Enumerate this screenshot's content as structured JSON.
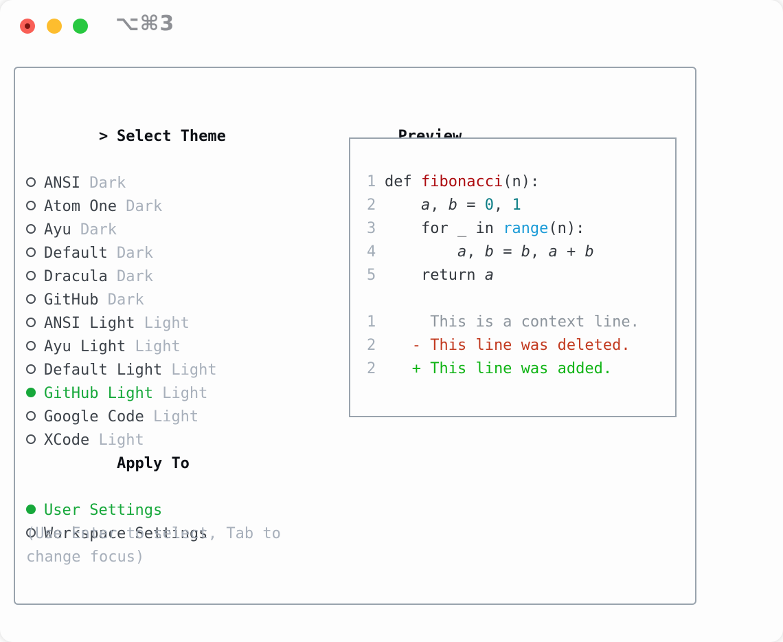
{
  "window": {
    "title": "⌥⌘3"
  },
  "theme_picker": {
    "header_marker": ">",
    "header": "Select Theme",
    "items": [
      {
        "name": "ANSI",
        "variant": "Dark",
        "selected": false
      },
      {
        "name": "Atom One",
        "variant": "Dark",
        "selected": false
      },
      {
        "name": "Ayu",
        "variant": "Dark",
        "selected": false
      },
      {
        "name": "Default",
        "variant": "Dark",
        "selected": false
      },
      {
        "name": "Dracula",
        "variant": "Dark",
        "selected": false
      },
      {
        "name": "GitHub",
        "variant": "Dark",
        "selected": false
      },
      {
        "name": "ANSI Light",
        "variant": "Light",
        "selected": false
      },
      {
        "name": "Ayu Light",
        "variant": "Light",
        "selected": false
      },
      {
        "name": "Default Light",
        "variant": "Light",
        "selected": false
      },
      {
        "name": "GitHub Light",
        "variant": "Light",
        "selected": true
      },
      {
        "name": "Google Code",
        "variant": "Light",
        "selected": false
      },
      {
        "name": "XCode",
        "variant": "Light",
        "selected": false
      }
    ]
  },
  "apply_to": {
    "header": "Apply To",
    "options": [
      {
        "label": "User Settings",
        "selected": true
      },
      {
        "label": "Workspace Settings",
        "selected": false
      }
    ]
  },
  "hint": "(Use Enter to select, Tab to\nchange focus)",
  "preview": {
    "header": "Preview",
    "code_lines": [
      {
        "num": "1",
        "tokens": [
          {
            "t": "def ",
            "s": "d"
          },
          {
            "t": "fibonacci",
            "s": "fn"
          },
          {
            "t": "(n):",
            "s": "d"
          }
        ]
      },
      {
        "num": "2",
        "tokens": [
          {
            "t": "    ",
            "s": "d"
          },
          {
            "t": "a",
            "s": "v"
          },
          {
            "t": ", ",
            "s": "d"
          },
          {
            "t": "b",
            "s": "v"
          },
          {
            "t": " = ",
            "s": "d"
          },
          {
            "t": "0",
            "s": "num"
          },
          {
            "t": ", ",
            "s": "d"
          },
          {
            "t": "1",
            "s": "num"
          }
        ]
      },
      {
        "num": "3",
        "tokens": [
          {
            "t": "    for _ in ",
            "s": "d"
          },
          {
            "t": "range",
            "s": "rng"
          },
          {
            "t": "(n):",
            "s": "d"
          }
        ]
      },
      {
        "num": "4",
        "tokens": [
          {
            "t": "        ",
            "s": "d"
          },
          {
            "t": "a",
            "s": "v"
          },
          {
            "t": ", ",
            "s": "d"
          },
          {
            "t": "b",
            "s": "v"
          },
          {
            "t": " = ",
            "s": "d"
          },
          {
            "t": "b",
            "s": "v"
          },
          {
            "t": ", ",
            "s": "d"
          },
          {
            "t": "a",
            "s": "v"
          },
          {
            "t": " + ",
            "s": "d"
          },
          {
            "t": "b",
            "s": "v"
          }
        ]
      },
      {
        "num": "5",
        "tokens": [
          {
            "t": "    return ",
            "s": "d"
          },
          {
            "t": "a",
            "s": "v"
          }
        ]
      },
      {
        "num": "",
        "tokens": []
      },
      {
        "num": "1",
        "tokens": [
          {
            "t": "     This is a context line.",
            "s": "ctx"
          }
        ]
      },
      {
        "num": "2",
        "tokens": [
          {
            "t": "   - This line was deleted.",
            "s": "del"
          }
        ]
      },
      {
        "num": "2",
        "tokens": [
          {
            "t": "   + This line was added.",
            "s": "add"
          }
        ]
      }
    ]
  },
  "colors": {
    "accent_green": "#17a83b",
    "added_green": "#11b416",
    "deleted_red": "#c23a20",
    "context_gray": "#8d959d",
    "function_red": "#ad0c10",
    "number_teal": "#0d7e86",
    "builtin_blue": "#1b9bd7",
    "dim_gray": "#a8b0bb",
    "border_gray": "#99a3ad",
    "traffic_red": "#f95f56",
    "traffic_yellow": "#fdbd2e",
    "traffic_green": "#28c840"
  }
}
